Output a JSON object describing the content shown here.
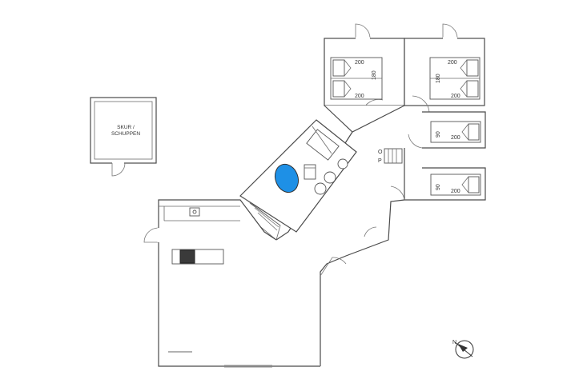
{
  "shed": {
    "line1": "SKUR /",
    "line2": "SCHUPPEN"
  },
  "beds": [
    {
      "id": "bed1",
      "length": "200",
      "width": "180"
    },
    {
      "id": "bed2",
      "length": "200",
      "width": "180"
    },
    {
      "id": "bed3",
      "length": "200",
      "width": "90"
    },
    {
      "id": "bed4",
      "length": "200",
      "width": "90"
    }
  ],
  "stair_labels": {
    "up": "O",
    "down": "P"
  },
  "compass": {
    "north": "N"
  },
  "colors": {
    "walls": "#4a4a4a",
    "tub": "#1e90e6",
    "stove": "#3a3a3a",
    "pillar": "#555555"
  }
}
